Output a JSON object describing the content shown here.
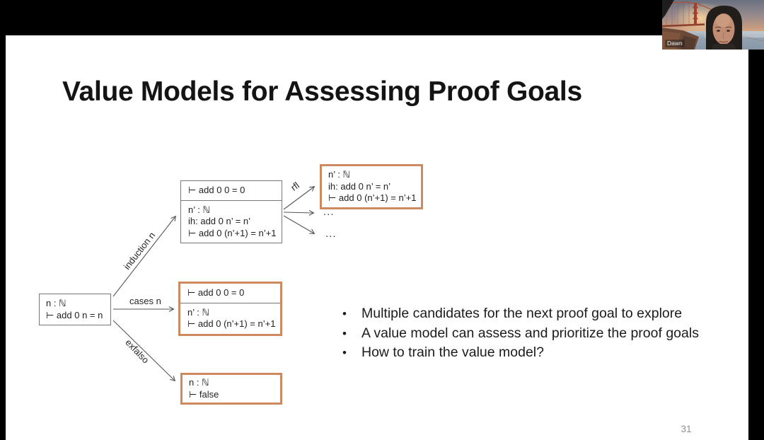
{
  "meeting": {
    "participant_name": "Dawn"
  },
  "slide": {
    "title": "Value Models for Assessing Proof Goals",
    "page_number": "31",
    "bullet_char": "•",
    "bullets": [
      "Multiple candidates for the next proof goal to explore",
      "A value model can assess and prioritize the proof goals",
      "How to train the value model?"
    ],
    "diagram": {
      "root_box": {
        "line1": "n : ℕ",
        "line2": "⊢ add 0 n = n"
      },
      "edge_labels": {
        "induction": "induction n",
        "cases": "cases n",
        "exfalso": "exfalso",
        "rfl": "rfl"
      },
      "induction_result_box": {
        "goal1": "⊢ add 0 0 = 0",
        "goal2_line1": "n’ : ℕ",
        "goal2_line2": "ih: add 0 n’ = n’",
        "goal2_line3": "⊢ add 0 (n’+1) = n’+1"
      },
      "rfl_result_box": {
        "line1": "n’ : ℕ",
        "line2": "ih: add 0 n’ = n’",
        "line3": "⊢ add 0 (n’+1) = n’+1"
      },
      "ellipsis_top": "...",
      "ellipsis_bottom": "...",
      "cases_result_box": {
        "goal1": "⊢ add 0 0 = 0",
        "goal2_line1": "n’ : ℕ",
        "goal2_line2": "⊢ add 0 (n’+1) = n’+1"
      },
      "exfalso_result_box": {
        "line1": "n : ℕ",
        "line2": "⊢ false"
      }
    },
    "colors": {
      "highlight_border": "#cd8a5f",
      "box_border": "#767676",
      "arrow": "#585858",
      "page_number": "#909090"
    }
  }
}
